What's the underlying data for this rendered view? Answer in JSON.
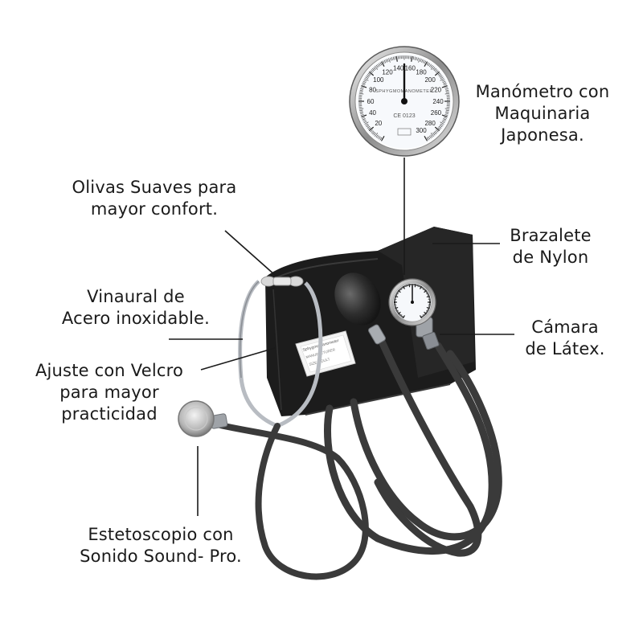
{
  "labels": {
    "manometro": [
      "Manómetro con",
      "Maquinaria",
      "Japonesa."
    ],
    "olivas": [
      "Olivas Suaves para",
      "mayor confort."
    ],
    "brazalete": [
      "Brazalete",
      "de Nylon"
    ],
    "vinaural": [
      "Vinaural de",
      "Acero inoxidable."
    ],
    "camara": [
      "Cámara",
      "de Látex."
    ],
    "ajuste": [
      "Ajuste con Velcro",
      "para mayor",
      "practicidad"
    ],
    "estetoscopio": [
      "Estetoscopio con",
      "Sonido Sound- Pro."
    ]
  },
  "gauge": {
    "scale_numbers": [
      "20",
      "40",
      "60",
      "80",
      "100",
      "120",
      "140",
      "160",
      "180",
      "200",
      "220",
      "240",
      "260",
      "280",
      "300"
    ],
    "brand": "SPHYGMOMANOMETER",
    "mark": "CE 0123"
  },
  "cuff_tag": {
    "line1": "Sphygmomanometer",
    "line2": "MANUFACTURER",
    "line3": "SIZE: ADULT"
  },
  "colors": {
    "cuff": "#1c1c1c",
    "tube": "#3a3a3a",
    "metal": "#b8bcc2",
    "text": "#1a1a1a"
  }
}
